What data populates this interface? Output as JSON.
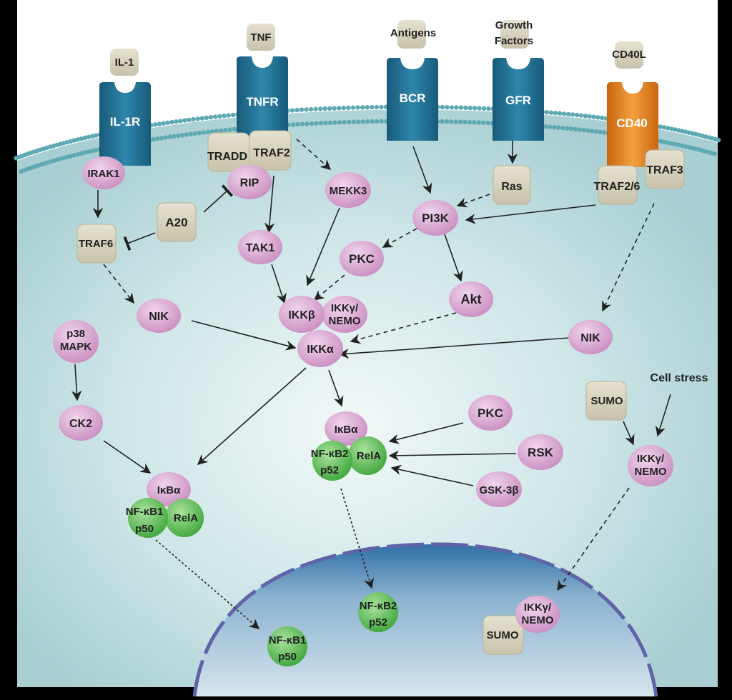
{
  "colors": {
    "cytoplasm": "#c9e3e4",
    "membrane": "#5b9ea8",
    "receptor_blue": "#1f6f93",
    "receptor_orange": "#e2861f",
    "beige": "#d7d2bd",
    "pink": "#d4a0cc",
    "green": "#5ebd5a",
    "nucleus": "#5d8fb6"
  },
  "ligands": {
    "il1": "IL-1",
    "tnf": "TNF",
    "antigens": "Antigens",
    "growth_factors_line1": "Growth",
    "growth_factors_line2": "Factors",
    "cd40l": "CD40L"
  },
  "receptors": {
    "il1r": "IL-1R",
    "tnfr": "TNFR",
    "bcr": "BCR",
    "gfr": "GFR",
    "cd40": "CD40"
  },
  "adaptors": {
    "tradd": "TRADD",
    "traf2": "TRAF2",
    "traf3": "TRAF3",
    "traf26": "TRAF2/6",
    "ras": "Ras",
    "a20": "A20",
    "traf6": "TRAF6",
    "sumo_cyto": "SUMO",
    "sumo_nuc": "SUMO"
  },
  "kinases": {
    "irak1": "IRAK1",
    "rip": "RIP",
    "mekk3": "MEKK3",
    "pi3k": "PI3K",
    "tak1": "TAK1",
    "pkc_top": "PKC",
    "akt": "Akt",
    "nik_left": "NIK",
    "nik_right": "NIK",
    "ikkb": "IKKβ",
    "ikkg_line1": "IKKγ/",
    "ikkg_line2": "NEMO",
    "ikka": "IKKα",
    "p38_line1": "p38",
    "p38_line2": "MAPK",
    "ck2": "CK2",
    "pkc_mid": "PKC",
    "rsk": "RSK",
    "gsk3b": "GSK-3β",
    "ikba_left": "IκBα",
    "ikba_mid": "IκBα",
    "ikkg_stress_line1": "IKKγ/",
    "ikkg_stress_line2": "NEMO",
    "ikkg_nuc_line1": "IKKγ/",
    "ikkg_nuc_line2": "NEMO"
  },
  "nfkb": {
    "nfkb2_line1": "NF-κB2",
    "nfkb2_line2": "p52",
    "rela_mid": "RelA",
    "nfkb1_line1": "NF-κB1",
    "nfkb1_line2": "p50",
    "rela_left": "RelA",
    "nuc_nfkb2_line1": "NF-κB2",
    "nuc_nfkb2_line2": "p52",
    "nuc_nfkb1_line1": "NF-κB1",
    "nuc_nfkb1_line2": "p50"
  },
  "labels": {
    "cell_stress": "Cell stress"
  }
}
